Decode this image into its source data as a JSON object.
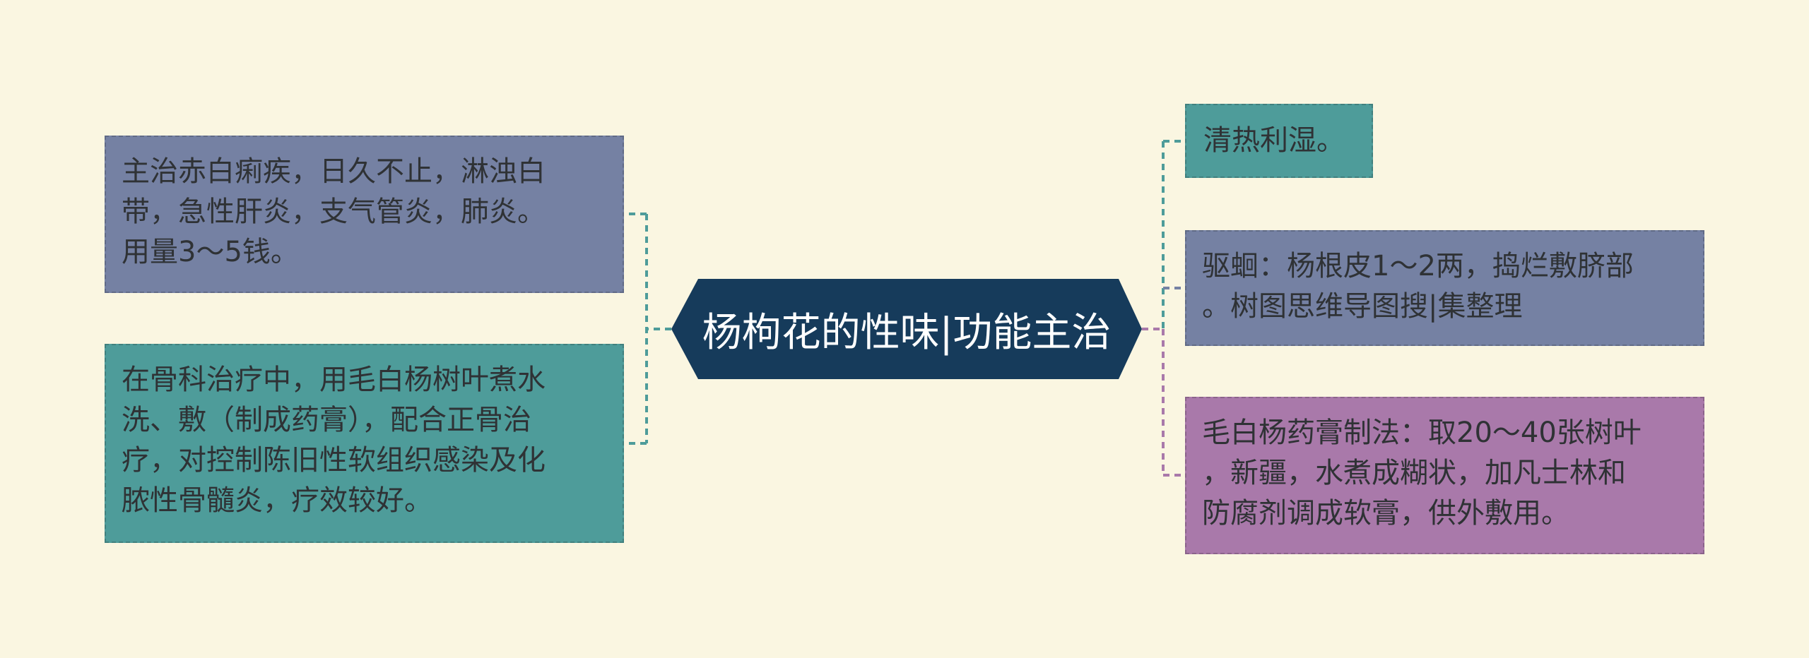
{
  "colors": {
    "background": "#faf6e1",
    "center_fill": "#163b5b",
    "teal": "#4e9c9a",
    "slate": "#7581a3",
    "purple": "#a979aa"
  },
  "center": {
    "title": "杨枸花的性味|功能主治"
  },
  "left": [
    {
      "text": "主治赤白痢疾，日久不止，淋浊白\n带，急性肝炎，支气管炎，肺炎。\n用量3～5钱。",
      "color": "slate"
    },
    {
      "text": "在骨科治疗中，用毛白杨树叶煮水\n洗、敷（制成药膏），配合正骨治\n疗，对控制陈旧性软组织感染及化\n脓性骨髓炎，疗效较好。",
      "color": "teal"
    }
  ],
  "right": [
    {
      "text": "清热利湿。",
      "color": "teal"
    },
    {
      "text": "驱蛔：杨根皮1～2两，捣烂敷脐部\n。树图思维导图搜|集整理",
      "color": "slate"
    },
    {
      "text": "毛白杨药膏制法：取20～40张树叶\n，新疆，水煮成糊状，加凡士林和\n防腐剂调成软膏，供外敷用。",
      "color": "purple"
    }
  ]
}
